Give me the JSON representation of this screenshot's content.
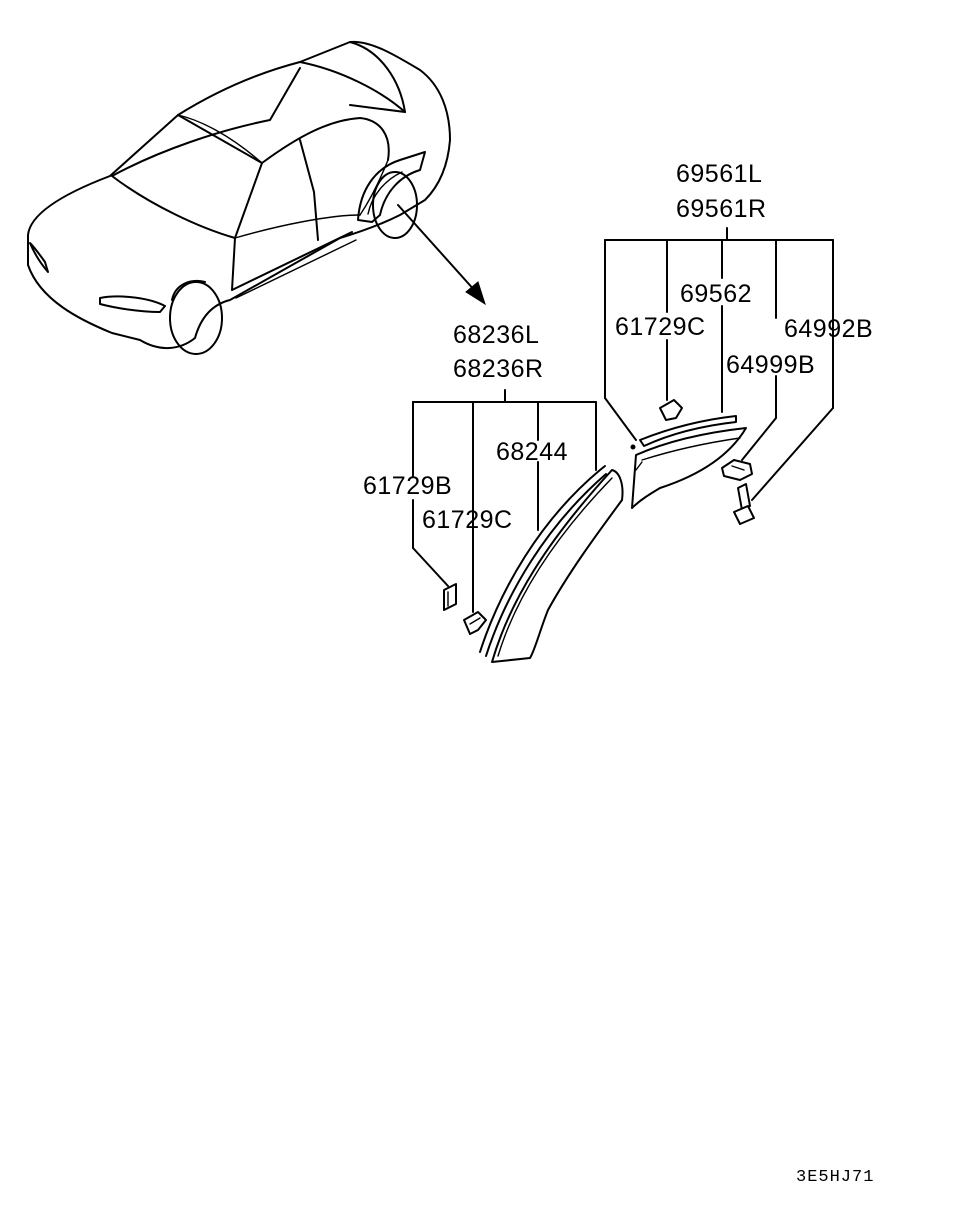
{
  "diagram": {
    "labels": {
      "arch_rear_set_l": "69561L",
      "arch_rear_set_r": "69561R",
      "rear_part": "69562",
      "rear_clip_c": "61729C",
      "nut": "64992B",
      "rear_screw": "64999B",
      "arch_front_set_l": "68236L",
      "arch_front_set_r": "68236R",
      "front_part": "68244",
      "front_clip_b": "61729B",
      "front_clip_c": "61729C"
    },
    "reference_code": "3E5HJ71"
  }
}
